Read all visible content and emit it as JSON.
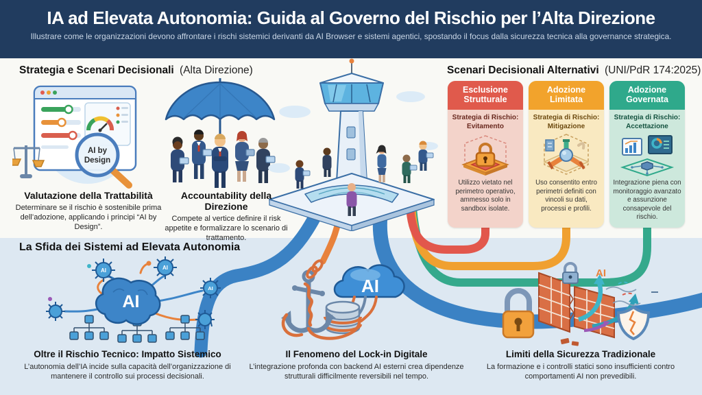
{
  "banner": {
    "title": "IA ad Elevata Autonomia: Guida al Governo del Rischio per l’Alta Direzione",
    "subtitle": "Illustrare come le organizzazioni devono affrontare i rischi sistemici derivanti da AI Browser e sistemi agentici, spostando il focus dalla sicurezza tecnica alla governance strategica."
  },
  "left_section": {
    "heading_bold": "Strategia e Scenari Decisionali",
    "heading_suffix": "(Alta Direzione)",
    "items": [
      {
        "title": "Valutazione della Trattabilità",
        "desc": "Determinare se il rischio è sostenibile prima dell’adozione, applicando i principi “AI by Design”."
      },
      {
        "title": "Accountability della Direzione",
        "desc": "Compete al vertice definire il risk appetite e formalizzare lo scenario di trattamento."
      }
    ]
  },
  "right_section": {
    "heading_bold": "Scenari Decisionali Alternativi",
    "heading_suffix": "(UNI/PdR 174:2025)",
    "cards": [
      {
        "title": "Esclusione Strutturale",
        "strategy_label": "Strategia di Rischio:",
        "strategy_value": "Evitamento",
        "desc": "Utilizzo vietato nel perimetro operativo, ammesso solo in sandbox isolate.",
        "color": "#e05a4c"
      },
      {
        "title": "Adozione Limitata",
        "strategy_label": "Strategia di Rischio:",
        "strategy_value": "Mitigazione",
        "desc": "Uso consentito entro perimetri definiti con vincoli su dati, processi e profili.",
        "color": "#f2a32c"
      },
      {
        "title": "Adozione Governata",
        "strategy_label": "Strategia di Rischio:",
        "strategy_value": "Accettazione",
        "desc": "Integrazione piena con monitoraggio avanzato e assunzione consapevole del rischio.",
        "color": "#2fa98b"
      }
    ]
  },
  "bottom_section": {
    "heading": "La Sfida dei Sistemi ad Elevata Autonomia",
    "items": [
      {
        "title": "Oltre il Rischio Tecnico: Impatto Sistemico",
        "desc": "L’autonomia dell’IA incide sulla capacità dell’organizzazione di mantenere il controllo sui processi decisionali."
      },
      {
        "title": "Il Fenomeno del Lock-in Digitale",
        "desc": "L’integrazione profonda con backend AI esterni crea dipendenze strutturali difficilmente reversibili nel tempo."
      },
      {
        "title": "Limiti della Sicurezza Tradizionale",
        "desc": "La formazione e i controlli statici sono insufficienti contro comportamenti AI non prevedibili."
      }
    ]
  },
  "illustration_labels": {
    "magnifier_line1": "AI by",
    "magnifier_line2": "Design",
    "ai_brain": "AI",
    "ai_cloud": "AI",
    "ai_node": "AI",
    "ai_wall": "AI"
  },
  "colors": {
    "banner_bg": "#213c5f",
    "bottom_zone_bg": "#dde8f2",
    "card_red": "#e05a4c",
    "card_orange": "#f2a32c",
    "card_teal": "#2fa98b",
    "ribbon_blue": "#3b82c4",
    "ribbon_orange": "#f0a030",
    "ribbon_red": "#e2574c",
    "ribbon_teal": "#35a98c"
  }
}
